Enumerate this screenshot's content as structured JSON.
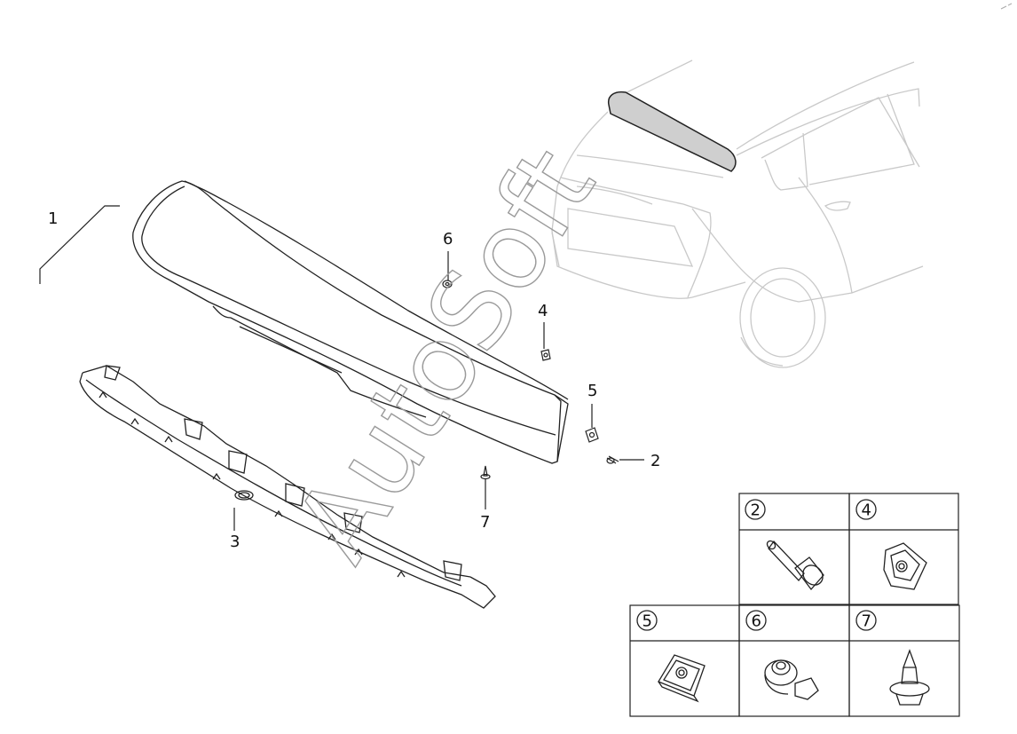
{
  "callouts": [
    "1",
    "2",
    "3",
    "4",
    "5",
    "6",
    "7"
  ],
  "legend": {
    "cells": [
      "2",
      "4",
      "5",
      "6",
      "7"
    ]
  },
  "watermark": "AutoSoft",
  "colors": {
    "line": "#222222",
    "car_line": "#c8c8c8",
    "spoiler_fill": "#cfcfcf"
  }
}
